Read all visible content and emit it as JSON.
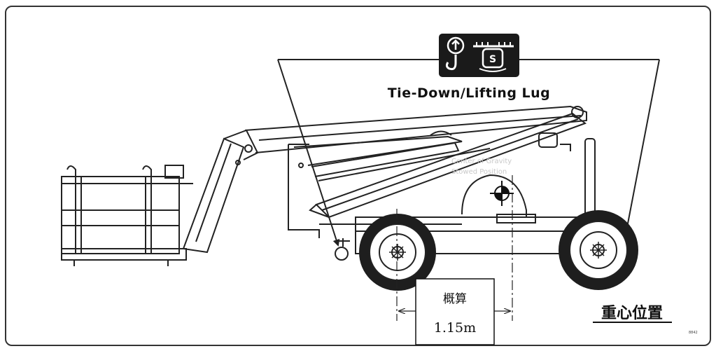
{
  "label": {
    "title": "Tie-Down/Lifting Lug",
    "faded_line1": "Center of Gravity",
    "faded_line2": "Stowed Position",
    "code": "8842"
  },
  "dimension": {
    "approx_label": "概算",
    "value": "1.15m"
  },
  "cg_label": "重心位置",
  "icons": [
    "lifting-hook-icon",
    "tie-down-icon",
    "center-of-gravity-icon"
  ]
}
